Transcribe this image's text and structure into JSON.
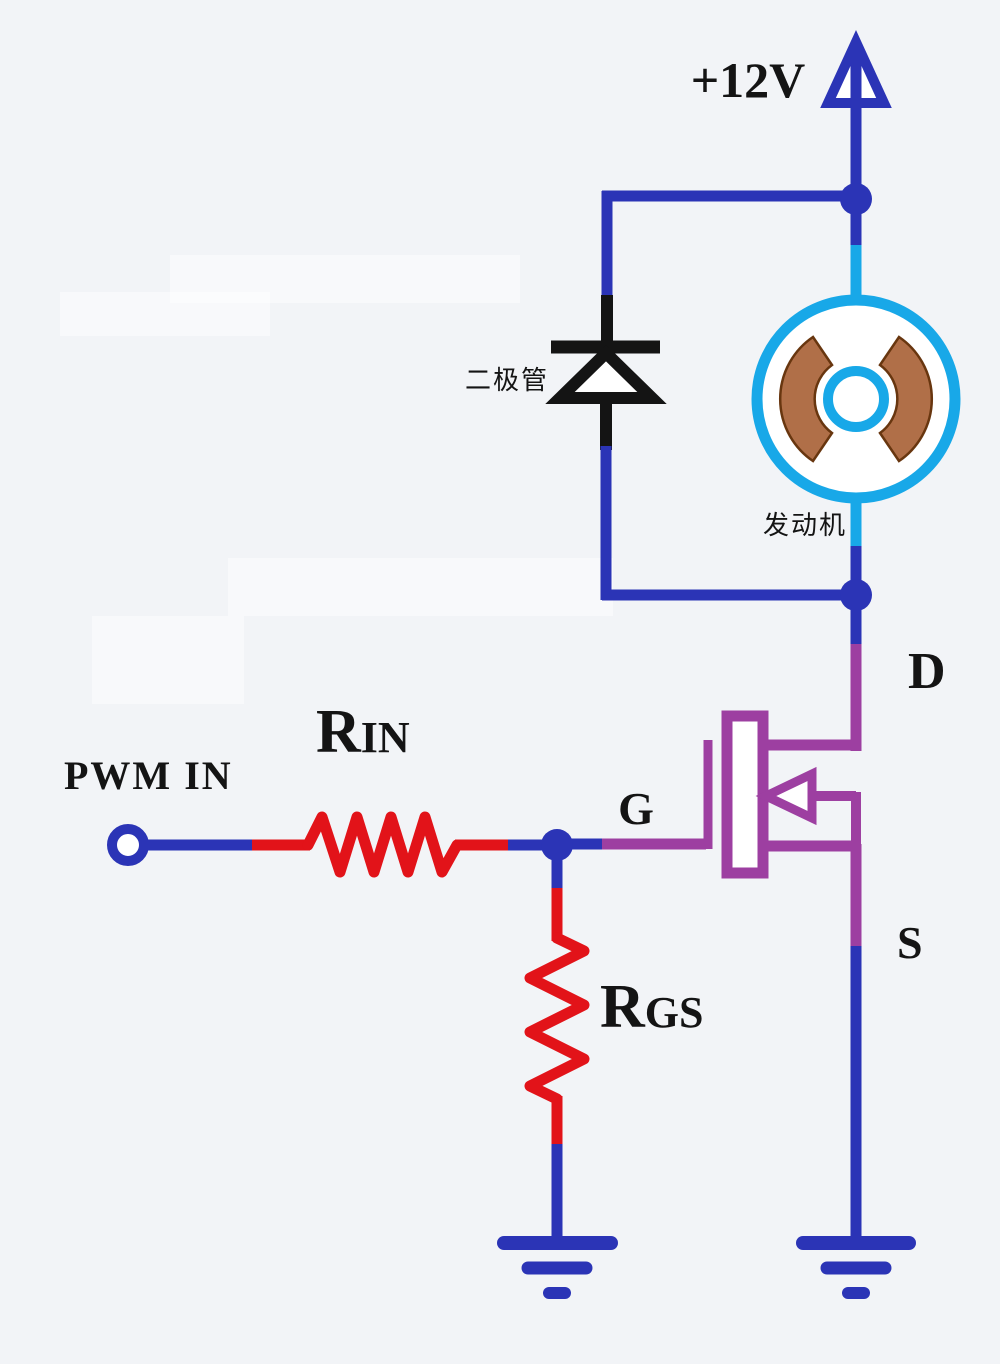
{
  "diagram": {
    "title": "PWM MOSFET motor drive circuit",
    "labels": {
      "supply": "+12V",
      "diode": "二极管",
      "motor": "发动机",
      "input": "PWM IN",
      "r_in_base": "R",
      "r_in_sub": "IN",
      "r_gs_base": "R",
      "r_gs_sub": "GS",
      "drain": "D",
      "gate": "G",
      "source": "S"
    },
    "colors": {
      "wire-blue": "#2b34b6",
      "wire-cyan": "#18a8e8",
      "wire-purple": "#9d3fa1",
      "wire-red": "#e21319",
      "symbol-black": "#141414",
      "brush-fill": "#b06f48",
      "brush-stroke": "#68360f",
      "label-ink": "#141414",
      "canvas": "#f2f4f7",
      "component-face": "#ffffff"
    }
  }
}
